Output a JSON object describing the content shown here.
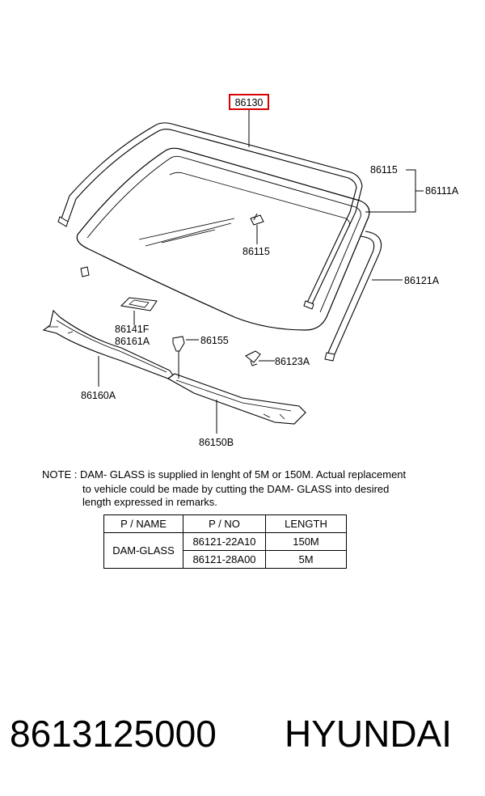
{
  "callouts": {
    "main": "86130",
    "c86115_top": "86115",
    "c86111a": "86111A",
    "c86115_mid": "86115",
    "c86121a": "86121A",
    "c86141f": "86141F",
    "c86161a": "86161A",
    "c86155": "86155",
    "c86123a": "86123A",
    "c86160a": "86160A",
    "c86150b": "86150B"
  },
  "note": {
    "line1": "NOTE : DAM- GLASS is supplied in lenght of 5M or 150M. Actual replacement",
    "line2": "to vehicle could be made by cutting the DAM- GLASS into desired",
    "line3": "length expressed in remarks."
  },
  "table": {
    "headers": [
      "P / NAME",
      "P / NO",
      "LENGTH"
    ],
    "name": "DAM-GLASS",
    "rows": [
      {
        "pno": "86121-22A10",
        "length": "150M"
      },
      {
        "pno": "86121-28A00",
        "length": "5M"
      }
    ]
  },
  "footer": {
    "part_number": "8613125000",
    "brand": "HYUNDAI"
  },
  "colors": {
    "highlight": "#d90000",
    "line": "#000000"
  }
}
